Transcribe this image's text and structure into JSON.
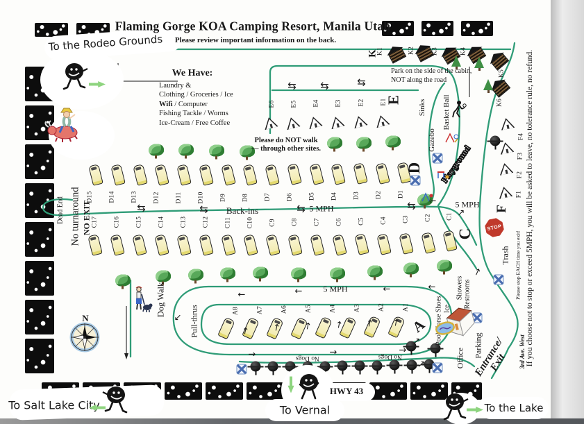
{
  "header": {
    "title": "Flaming Gorge KOA Camping Resort, Manila Utah",
    "subtitle": "Please review important information on the back."
  },
  "we_have": {
    "heading": "We Have:",
    "line1": "Laundry &",
    "line2": "Clothing / Groceries / Ice",
    "wifi": "Wifi",
    "wifi_rest": " / Computer",
    "line4": "Fishing Tackle / Worms",
    "line5": "Ice-Cream / Free Coffee"
  },
  "signs": {
    "rodeo": "To the Rodeo Grounds",
    "salt_lake": "To Salt Lake City",
    "vernal": "To Vernal",
    "lake": "To the Lake",
    "hwy": "HWY 43",
    "north": "N",
    "dead_end": "Dead End",
    "no_turnaround": "No turnaround",
    "no_exit": "NO EXIT",
    "back_ins": "Back-ins",
    "speed": "5 MPH",
    "no_walk_1": "Please do NOT walk",
    "no_walk_2": "— through other sites.",
    "cabin_note_1": "Park on the side of the cabin,",
    "cabin_note_2": "NOT along the road",
    "sinks": "Sinks",
    "basket_ball": "Basket Ball",
    "gazebo": "Gazebo",
    "playground": "Playground",
    "trash": "Trash",
    "stop": "STOP",
    "stop_each": "Please stop EACH time you exit!",
    "tolerance": "If you choose not to stop or exceed 5MPH, you will be asked to leave, no tolerance rule, no refund.",
    "third_ave": "3rd Ave. West",
    "entrance_1": "Entrance/",
    "entrance_2": "Exit",
    "office": "Office",
    "parking": "Parking",
    "showers": "Showers",
    "restrooms": "Restrooms",
    "pool_horse": "Pool/Horse Shoes",
    "ice": "Ice",
    "dog_walk": "Dog Walk",
    "pull_thrus": "Pull-thrus",
    "no_dogs": "No Dogs"
  },
  "map_items": [
    [
      "sl",
      "K1",
      548,
      74,
      -90
    ],
    [
      "sl",
      "K2",
      593,
      73,
      -90
    ],
    [
      "sl",
      "K3",
      627,
      74,
      -90
    ],
    [
      "sl",
      "K4",
      668,
      74,
      -90
    ],
    [
      "sl",
      "K5",
      723,
      106,
      -90
    ],
    [
      "sl",
      "K6",
      720,
      148,
      -90
    ],
    [
      "sl",
      "E6",
      392,
      150,
      -90
    ],
    [
      "sl",
      "E5",
      424,
      150,
      -90
    ],
    [
      "sl",
      "E4",
      456,
      149,
      -90
    ],
    [
      "sl",
      "E3",
      488,
      149,
      -90
    ],
    [
      "sl",
      "E2",
      521,
      148,
      -90
    ],
    [
      "sl",
      "E1",
      553,
      147,
      -90
    ],
    [
      "sl",
      "F1",
      748,
      280,
      -90
    ],
    [
      "sl",
      "F2",
      749,
      252,
      -90
    ],
    [
      "sl",
      "F3",
      750,
      225,
      -90
    ],
    [
      "sl",
      "F4",
      751,
      197,
      -90
    ],
    [
      "sl",
      "D15",
      130,
      284,
      -90
    ],
    [
      "sl",
      "D14",
      162,
      284,
      -90
    ],
    [
      "sl",
      "D13",
      194,
      284,
      -90
    ],
    [
      "sl",
      "D12",
      226,
      285,
      -90
    ],
    [
      "sl",
      "D11",
      258,
      285,
      -90
    ],
    [
      "sl",
      "D10",
      290,
      285,
      -90
    ],
    [
      "sl",
      "D9",
      322,
      285,
      -90
    ],
    [
      "sl",
      "D8",
      354,
      285,
      -90
    ],
    [
      "sl",
      "D7",
      386,
      284,
      -90
    ],
    [
      "sl",
      "D6",
      418,
      284,
      -90
    ],
    [
      "sl",
      "D5",
      450,
      283,
      -90
    ],
    [
      "sl",
      "D4",
      482,
      283,
      -90
    ],
    [
      "sl",
      "D3",
      514,
      282,
      -90
    ],
    [
      "sl",
      "D2",
      546,
      281,
      -90
    ],
    [
      "sl",
      "D1",
      578,
      280,
      -90
    ],
    [
      "sl",
      "C17",
      137,
      320,
      -90
    ],
    [
      "sl",
      "C16",
      169,
      320,
      -90
    ],
    [
      "sl",
      "C15",
      201,
      320,
      -90
    ],
    [
      "sl",
      "C14",
      233,
      320,
      -90
    ],
    [
      "sl",
      "C13",
      265,
      320,
      -90
    ],
    [
      "sl",
      "C12",
      297,
      320,
      -90
    ],
    [
      "sl",
      "C11",
      329,
      321,
      -90
    ],
    [
      "sl",
      "C10",
      361,
      321,
      -90
    ],
    [
      "sl",
      "C9",
      393,
      321,
      -90
    ],
    [
      "sl",
      "C8",
      425,
      320,
      -90
    ],
    [
      "sl",
      "C7",
      457,
      320,
      -90
    ],
    [
      "sl",
      "C6",
      489,
      320,
      -90
    ],
    [
      "sl",
      "C5",
      521,
      319,
      -90
    ],
    [
      "sl",
      "C4",
      553,
      318,
      -90
    ],
    [
      "sl",
      "C3",
      585,
      316,
      -90
    ],
    [
      "sl",
      "C2",
      617,
      314,
      -90
    ],
    [
      "sl",
      "C1",
      648,
      312,
      -90
    ],
    [
      "sl",
      "A8",
      340,
      448,
      -90
    ],
    [
      "sl",
      "A7",
      375,
      447,
      -90
    ],
    [
      "sl",
      "A6",
      410,
      446,
      -90
    ],
    [
      "sl",
      "A5",
      445,
      445,
      -90
    ],
    [
      "sl",
      "A4",
      480,
      445,
      -90
    ],
    [
      "sl",
      "A3",
      515,
      444,
      -90
    ],
    [
      "sl",
      "A2",
      550,
      443,
      -90
    ],
    [
      "sl",
      "A1",
      585,
      443,
      -90
    ],
    [
      "bl",
      "K",
      537,
      77,
      -90,
      15
    ],
    [
      "bl",
      "E",
      567,
      144,
      -90,
      21
    ],
    [
      "bl",
      "F",
      723,
      301,
      -90,
      19
    ],
    [
      "bl",
      "D",
      597,
      242,
      -90,
      23
    ],
    [
      "bl",
      "C",
      670,
      337,
      -90,
      23
    ],
    [
      "bl",
      "A",
      603,
      470,
      -40,
      21
    ],
    [
      "rv",
      null,
      138,
      252,
      -14
    ],
    [
      "rv",
      null,
      170,
      252,
      -14
    ],
    [
      "rv",
      null,
      202,
      252,
      -14
    ],
    [
      "rv",
      null,
      233,
      252,
      -14
    ],
    [
      "rv",
      null,
      265,
      252,
      -14
    ],
    [
      "rv",
      null,
      297,
      252,
      -14
    ],
    [
      "rv",
      null,
      329,
      252,
      -14
    ],
    [
      "rv",
      null,
      360,
      252,
      -14
    ],
    [
      "rv",
      null,
      392,
      252,
      -14
    ],
    [
      "rv",
      null,
      424,
      251,
      -14
    ],
    [
      "rv",
      null,
      456,
      251,
      -14
    ],
    [
      "rv",
      null,
      487,
      251,
      -14
    ],
    [
      "rv",
      null,
      519,
      250,
      -14
    ],
    [
      "rv",
      null,
      551,
      250,
      -14
    ],
    [
      "rv",
      null,
      582,
      249,
      -14
    ],
    [
      "rv",
      null,
      137,
      353,
      -14
    ],
    [
      "rv",
      null,
      169,
      353,
      -14
    ],
    [
      "rv",
      null,
      201,
      353,
      -14
    ],
    [
      "rv",
      null,
      233,
      353,
      -14
    ],
    [
      "rv",
      null,
      265,
      353,
      -14
    ],
    [
      "rv",
      null,
      297,
      353,
      -14
    ],
    [
      "rv",
      null,
      329,
      353,
      -14
    ],
    [
      "rv",
      null,
      361,
      353,
      -14
    ],
    [
      "rv",
      null,
      393,
      353,
      -14
    ],
    [
      "rv",
      null,
      425,
      353,
      -14
    ],
    [
      "rv",
      null,
      457,
      353,
      -14
    ],
    [
      "rv",
      null,
      489,
      353,
      -14
    ],
    [
      "rv",
      null,
      521,
      352,
      -14
    ],
    [
      "rv",
      null,
      553,
      352,
      -14
    ],
    [
      "rv",
      null,
      585,
      351,
      -14
    ],
    [
      "rv",
      null,
      617,
      350,
      -14
    ],
    [
      "rv",
      null,
      648,
      347,
      -14
    ],
    [
      "rv",
      null,
      326,
      473,
      24
    ],
    [
      "rv",
      null,
      361,
      473,
      24
    ],
    [
      "rv",
      null,
      396,
      473,
      24
    ],
    [
      "rv",
      null,
      431,
      473,
      24
    ],
    [
      "rv",
      null,
      466,
      472,
      24
    ],
    [
      "rv",
      null,
      501,
      472,
      24
    ],
    [
      "rv",
      null,
      536,
      471,
      24
    ],
    [
      "rv",
      null,
      571,
      471,
      24
    ],
    [
      "tent",
      null,
      389,
      177,
      -15
    ],
    [
      "tent",
      null,
      421,
      177,
      -15
    ],
    [
      "tent",
      null,
      453,
      176,
      -15
    ],
    [
      "tent",
      null,
      485,
      176,
      -15
    ],
    [
      "tent",
      null,
      518,
      175,
      -15
    ],
    [
      "tent",
      null,
      550,
      174,
      -15
    ],
    [
      "tent",
      null,
      727,
      277,
      -12
    ],
    [
      "tent",
      null,
      728,
      243,
      -12
    ],
    [
      "tent",
      null,
      729,
      213,
      -12
    ],
    [
      "tent",
      null,
      730,
      178,
      -12
    ],
    [
      "cabin",
      null,
      572,
      80,
      -28
    ],
    [
      "cabin",
      null,
      612,
      78,
      -28
    ],
    [
      "cabin",
      null,
      650,
      81,
      -32
    ],
    [
      "cabin",
      null,
      687,
      80,
      -32
    ],
    [
      "cabin",
      null,
      720,
      89,
      -40
    ],
    [
      "cabin",
      null,
      722,
      128,
      -40
    ],
    [
      "pine",
      null,
      657,
      88,
      0
    ],
    [
      "pine",
      null,
      690,
      90,
      0
    ],
    [
      "pine",
      null,
      703,
      122,
      0
    ],
    [
      "tree",
      null,
      225,
      216,
      0
    ],
    [
      "tree",
      null,
      268,
      216,
      0
    ],
    [
      "tree",
      null,
      312,
      217,
      0
    ],
    [
      "tree",
      null,
      356,
      218,
      0
    ],
    [
      "tree",
      null,
      482,
      206,
      0
    ],
    [
      "tree",
      null,
      524,
      206,
      0
    ],
    [
      "tree",
      null,
      566,
      204,
      0
    ],
    [
      "tree",
      null,
      612,
      288,
      0
    ],
    [
      "tree",
      null,
      177,
      404,
      0
    ],
    [
      "tree",
      null,
      235,
      398,
      0
    ],
    [
      "tree",
      null,
      282,
      396,
      0
    ],
    [
      "tree",
      null,
      328,
      394,
      0
    ],
    [
      "tree",
      null,
      375,
      393,
      0
    ],
    [
      "tree",
      null,
      430,
      394,
      0
    ],
    [
      "tree",
      null,
      486,
      394,
      0
    ],
    [
      "tree",
      null,
      540,
      391,
      0
    ],
    [
      "tree",
      null,
      592,
      387,
      0
    ],
    [
      "tree",
      null,
      640,
      383,
      0
    ],
    [
      "dtree",
      null,
      368,
      528,
      0
    ],
    [
      "dtree",
      null,
      393,
      528,
      0
    ],
    [
      "dtree",
      null,
      418,
      528,
      0
    ],
    [
      "dtree",
      null,
      443,
      528,
      0
    ],
    [
      "dtree",
      null,
      468,
      528,
      0
    ],
    [
      "dtree",
      null,
      493,
      527,
      0
    ],
    [
      "dtree",
      null,
      518,
      527,
      0
    ],
    [
      "dtree",
      null,
      543,
      527,
      0
    ],
    [
      "dtree",
      null,
      568,
      526,
      0
    ],
    [
      "dtree",
      null,
      593,
      526,
      0
    ],
    [
      "dtree",
      null,
      618,
      525,
      0
    ],
    [
      "dtree",
      null,
      592,
      499,
      0
    ],
    [
      "dtree",
      null,
      627,
      502,
      0
    ],
    [
      "dtree",
      null,
      713,
      203,
      0
    ],
    [
      "arr2",
      "⇆",
      420,
      124,
      0
    ],
    [
      "arr2",
      "⇆",
      467,
      124,
      0
    ],
    [
      "arr2",
      "⇆",
      520,
      119,
      0
    ],
    [
      "arr2",
      "⇆",
      203,
      300,
      0
    ],
    [
      "arr2",
      "⇆",
      293,
      302,
      0
    ],
    [
      "arr2",
      "⇆",
      433,
      301,
      0
    ],
    [
      "arr2",
      "⇆",
      592,
      297,
      0
    ],
    [
      "arr",
      "←",
      348,
      425,
      0
    ],
    [
      "arr",
      "←",
      430,
      420,
      0
    ],
    [
      "arr",
      "←",
      557,
      417,
      0
    ],
    [
      "arr",
      "←",
      622,
      414,
      0
    ],
    [
      "arr",
      "←",
      623,
      290,
      0
    ],
    [
      "arr",
      "→",
      363,
      511,
      0
    ],
    [
      "arr",
      "→",
      480,
      508,
      0
    ],
    [
      "arr",
      "→",
      580,
      505,
      0
    ],
    [
      "arr",
      "↑",
      353,
      478,
      12
    ],
    [
      "arr",
      "↑",
      398,
      473,
      12
    ],
    [
      "arr",
      "↑",
      443,
      471,
      12
    ],
    [
      "arr",
      "↑",
      488,
      469,
      12
    ],
    [
      "arr",
      "↑",
      532,
      467,
      12
    ],
    [
      "arr",
      "↑",
      570,
      466,
      12
    ],
    [
      "arr",
      "↑",
      687,
      393,
      25
    ],
    [
      "arr",
      "↗",
      664,
      307,
      0
    ],
    [
      "arr",
      "↗",
      600,
      492,
      0
    ],
    [
      "arr",
      "↗",
      607,
      525,
      0
    ],
    [
      "arr",
      "↙",
      256,
      458,
      0
    ],
    [
      "water",
      null,
      598,
      260,
      0
    ],
    [
      "water",
      null,
      630,
      228,
      0
    ],
    [
      "water",
      null,
      348,
      532,
      0
    ],
    [
      "water",
      null,
      630,
      530,
      0
    ],
    [
      "water",
      null,
      687,
      458,
      0
    ],
    [
      "water",
      null,
      718,
      403,
      0
    ]
  ]
}
